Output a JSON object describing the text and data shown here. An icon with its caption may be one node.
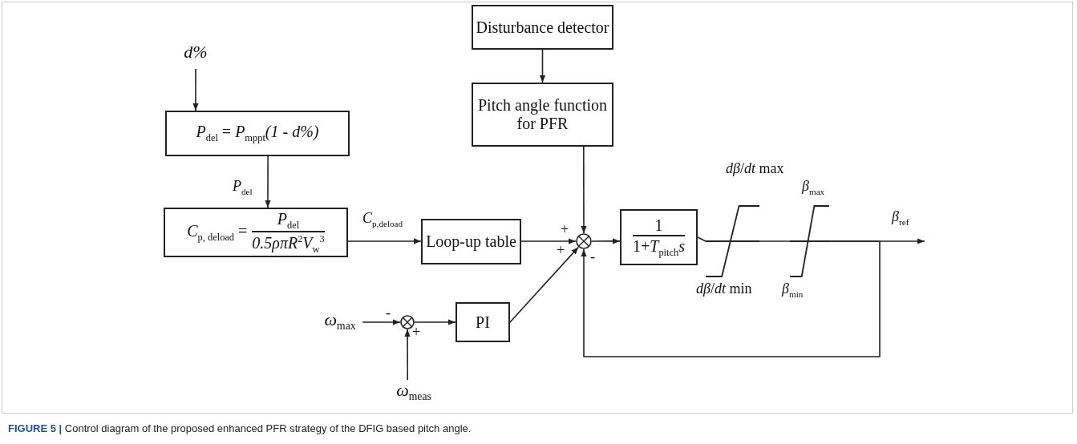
{
  "diagram": {
    "caption": "**FIGURE 5 |** Control diagram of the proposed enhanced PFR strategy of the DFIG based pitch angle.",
    "nodes": [
      {
        "text": [
          "*d%*"
        ]
      },
      {
        "text": [
          "*P*$_{del}$ = *P*$_{mppt}$*(1 - d%)*"
        ]
      },
      {
        "text": [
          "*C*$_{p, deload}$ =",
          "*P*$_{del}$",
          "*0.5ρπR*$^{2}$*V*$_{w}$$^{3}$"
        ]
      },
      {
        "text": [
          "Loop-up table"
        ]
      },
      {
        "text": [
          "Disturbance detector"
        ]
      },
      {
        "text": [
          "Pitch angle function for PFR"
        ]
      },
      {
        "text": [],
        "shape": "circle"
      },
      {
        "text": [
          "1",
          "1+*T*$_{pitch}$*s*"
        ]
      },
      {
        "text": [],
        "shape": "limiter",
        "beside": [
          "*dβ*/*dt* max",
          "*dβ*/*dt* min"
        ]
      },
      {
        "text": [],
        "shape": "limiter",
        "beside": [
          "*β*$_{max}$",
          "*β*$_{min}$"
        ]
      },
      {
        "text": [
          "*ω*$_{max}$"
        ]
      },
      {
        "text": [],
        "shape": "circle"
      },
      {
        "text": [
          "PI"
        ]
      },
      {
        "text": [
          "*ω*$_{meas}$"
        ]
      }
    ],
    "edges": [
      {
        "from": 0,
        "to": 1,
        "arrow": "to"
      },
      {
        "from": 1,
        "to": 2,
        "arrow": "to",
        "label": "*P*$_{del}$"
      },
      {
        "from": 2,
        "to": 3,
        "arrow": "to",
        "label": "*C*$_{p,deload}$"
      },
      {
        "from": 3,
        "to": 6,
        "arrow": "to",
        "label": "+"
      },
      {
        "from": 4,
        "to": 5,
        "arrow": "to"
      },
      {
        "from": 5,
        "to": 6,
        "arrow": "to"
      },
      {
        "from": 6,
        "to": 7,
        "arrow": "to"
      },
      {
        "from": 7,
        "to": 8,
        "arrow": "none"
      },
      {
        "from": 8,
        "to": 9,
        "arrow": "none"
      },
      {
        "from": 9,
        "to": null,
        "arrow": "to",
        "label": "*β*$_{ref}$"
      },
      {
        "from": 9,
        "to": 6,
        "arrow": "to",
        "label": "-"
      },
      {
        "from": 10,
        "to": 11,
        "arrow": "to",
        "label": "-"
      },
      {
        "from": 13,
        "to": 11,
        "arrow": "to",
        "label": "+"
      },
      {
        "from": 11,
        "to": 12,
        "arrow": "to"
      },
      {
        "from": 12,
        "to": 6,
        "arrow": "to",
        "label": "+"
      }
    ]
  }
}
